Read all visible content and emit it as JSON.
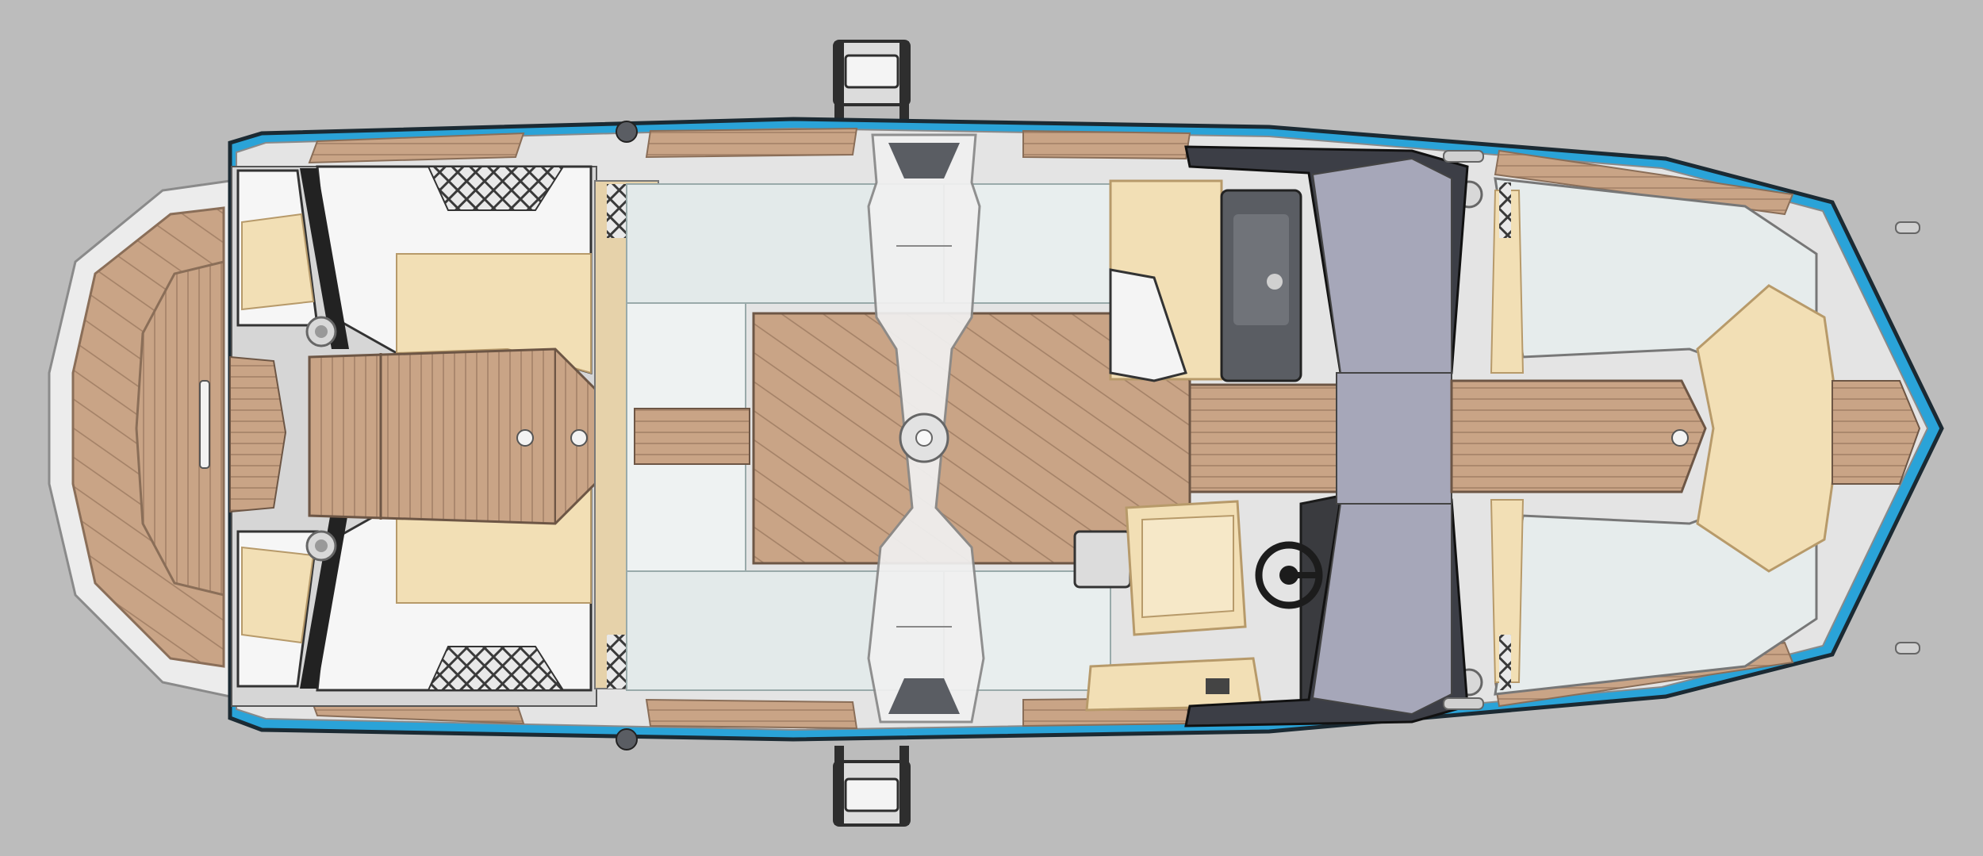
{
  "diagram": {
    "kind": "boat-top-view-layout",
    "text_labels": []
  },
  "colors": {
    "background": "#bcbcbc",
    "hull_accent": "#2aa3d8",
    "hull_outline": "#1b2a33",
    "gunwale": "#e4e4e4",
    "teak_deck": "#c9a486",
    "teak_line": "#a17f65",
    "upholstery_white": "#f6f6f6",
    "upholstery_cream": "#f2dfb5",
    "floor_glass": "#e3eaea",
    "windshield": "#a6a7b9",
    "console_dark": "#5a5d63",
    "tower_frame": "#f1f1f1",
    "metal_hardware": "#45484c"
  },
  "components": [
    {
      "id": "hull",
      "icon": "boat-hull-icon"
    },
    {
      "id": "swim-platform",
      "icon": "swim-platform-icon"
    },
    {
      "id": "rear-lounge",
      "icon": "sofa-icon"
    },
    {
      "id": "rear-sun-pad",
      "icon": "sun-pad-icon"
    },
    {
      "id": "engine-hatch",
      "icon": "hatch-icon"
    },
    {
      "id": "cockpit-floor",
      "icon": "deck-icon"
    },
    {
      "id": "wake-tower",
      "icon": "tower-icon"
    },
    {
      "id": "tower-board-rack-port",
      "icon": "board-rack-icon"
    },
    {
      "id": "tower-board-rack-starboard",
      "icon": "board-rack-icon"
    },
    {
      "id": "windshield",
      "icon": "windshield-icon"
    },
    {
      "id": "helm-seat",
      "icon": "seat-icon"
    },
    {
      "id": "steering-wheel",
      "icon": "steering-wheel-icon"
    },
    {
      "id": "dashboard",
      "icon": "dashboard-icon"
    },
    {
      "id": "observer-console",
      "icon": "console-icon"
    },
    {
      "id": "bow-seating",
      "icon": "bow-seat-icon"
    },
    {
      "id": "bow-walkway",
      "icon": "walkway-icon"
    },
    {
      "id": "speakers",
      "icon": "speaker-icon"
    },
    {
      "id": "cleats",
      "icon": "cleat-icon"
    }
  ]
}
